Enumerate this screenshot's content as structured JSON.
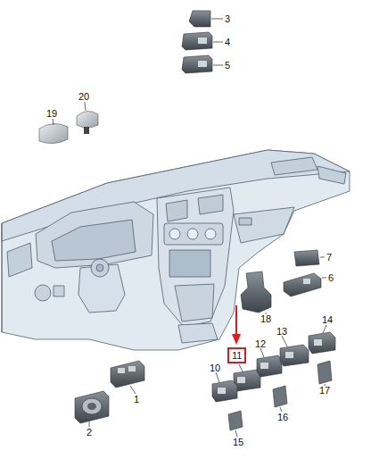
{
  "diagram": {
    "labels": [
      "3",
      "4",
      "5",
      "20",
      "19",
      "7",
      "6",
      "18",
      "14",
      "11",
      "12",
      "13",
      "10",
      "17",
      "1",
      "16",
      "2",
      "15"
    ]
  }
}
